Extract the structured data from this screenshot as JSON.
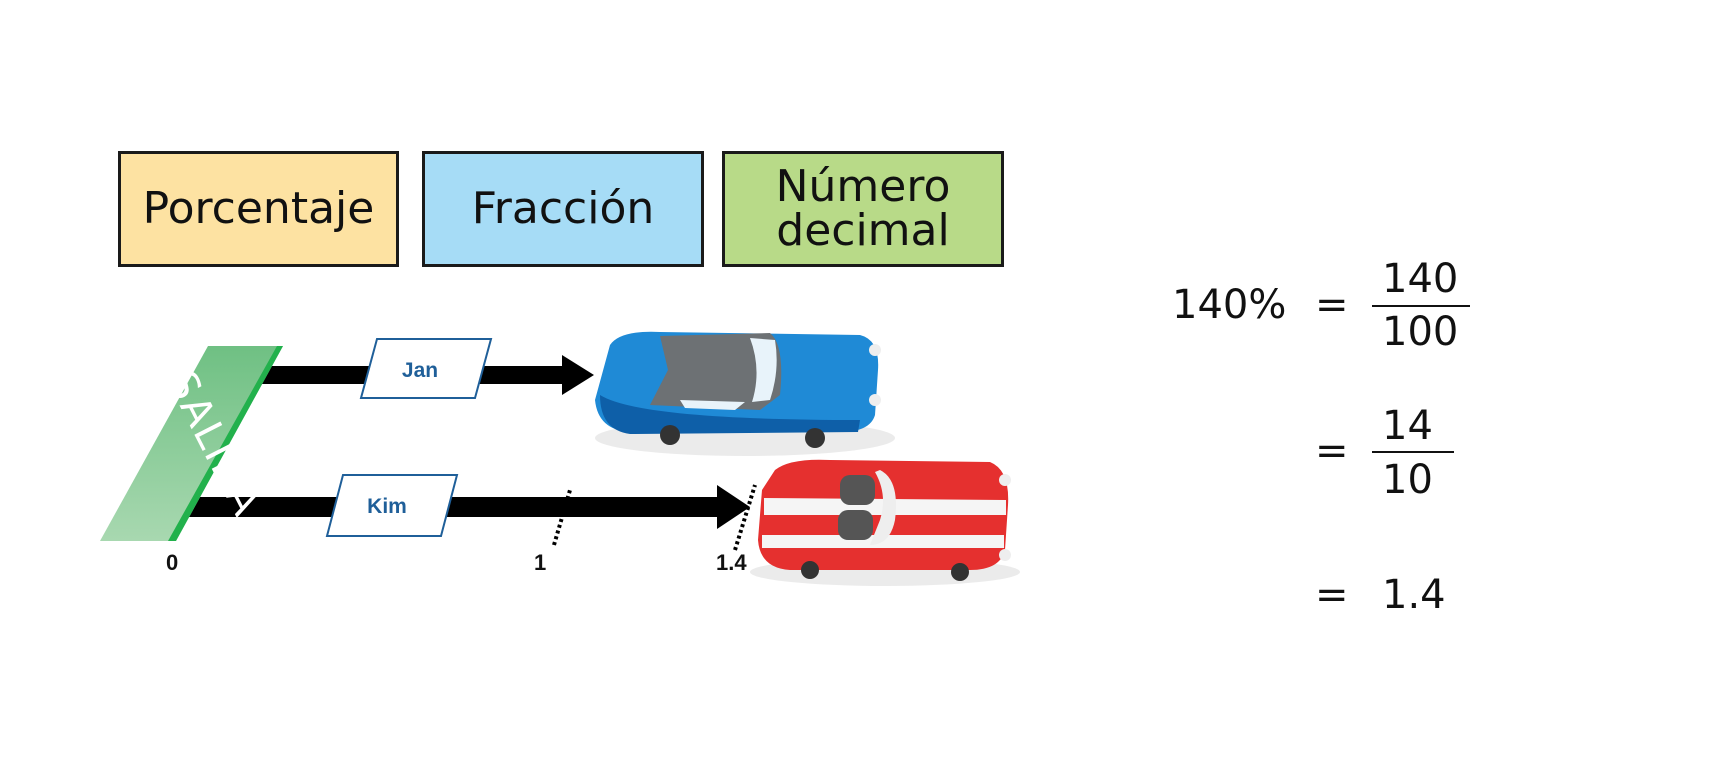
{
  "categories": [
    {
      "label": "Porcentaje",
      "color": "#fde2a2"
    },
    {
      "label": "Fracción",
      "color": "#a6dcf6"
    },
    {
      "label_line1": "Número",
      "label_line2": "decimal",
      "color": "#b8da88"
    }
  ],
  "race": {
    "start_label": "SALIDA",
    "start_color": "#8fcf9b",
    "racers": [
      {
        "name": "Jan",
        "car_color": "#1f8ad6"
      },
      {
        "name": "Kim",
        "car_color": "#e5302f"
      }
    ],
    "ticks": [
      "0",
      "1",
      "1.4"
    ]
  },
  "math": {
    "percent": "140%",
    "eq": "=",
    "frac1_num": "140",
    "frac1_den": "100",
    "frac2_num": "14",
    "frac2_den": "10",
    "decimal": "1.4"
  }
}
